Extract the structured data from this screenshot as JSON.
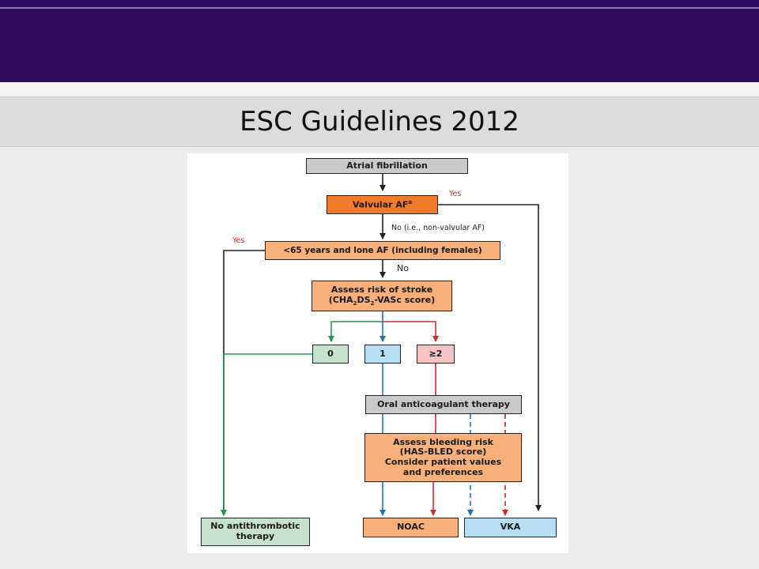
{
  "slide": {
    "title": "ESC Guidelines 2012"
  },
  "flowchart": {
    "atrial_fibrillation": "Atrial fibrillation",
    "valvular_af": {
      "text": "Valvular AF",
      "footnote": "a"
    },
    "valvular_yes": "Yes",
    "valvular_no": "No (i.e., non-valvular AF)",
    "lone_af": "<65 years and lone AF (including females)",
    "lone_af_yes": "Yes",
    "lone_af_no": "No",
    "assess_stroke": {
      "line1": "Assess risk of stroke",
      "line2_a": "(CHA",
      "line2_sub1": "2",
      "line2_b": "DS",
      "line2_sub2": "2",
      "line2_c": "-VASc score)"
    },
    "score_0": "0",
    "score_1": "1",
    "score_2": "≥2",
    "oac": "Oral anticoagulant therapy",
    "bleeding": {
      "line1": "Assess bleeding risk",
      "line2": "(HAS-BLED score)",
      "line3": "Consider patient values",
      "line4": "and preferences"
    },
    "no_antithrombotic": {
      "line1": "No antithrombotic",
      "line2": "therapy"
    },
    "noac": "NOAC",
    "vka": "VKA",
    "colors": {
      "black": "#222222",
      "red": "#d42b2b",
      "green": "#1e9a4c",
      "blue": "#1b74b8"
    }
  }
}
